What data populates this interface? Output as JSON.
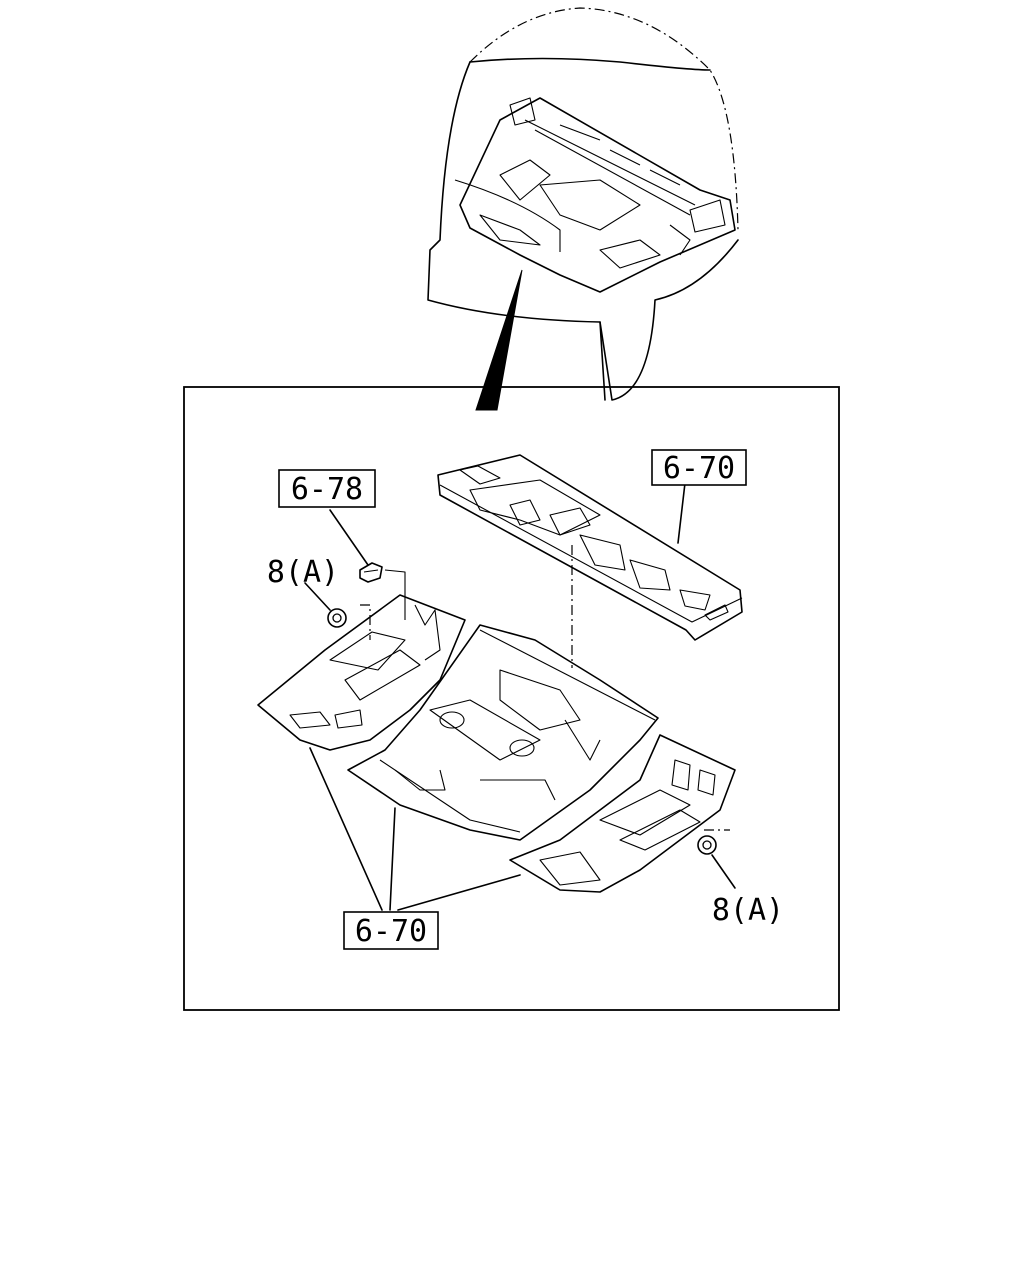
{
  "callouts": {
    "panel_top": "6-70",
    "clip": "6-78",
    "nut_left": "8(A)",
    "nut_right": "8(A)",
    "panels_bottom": "6-70"
  }
}
